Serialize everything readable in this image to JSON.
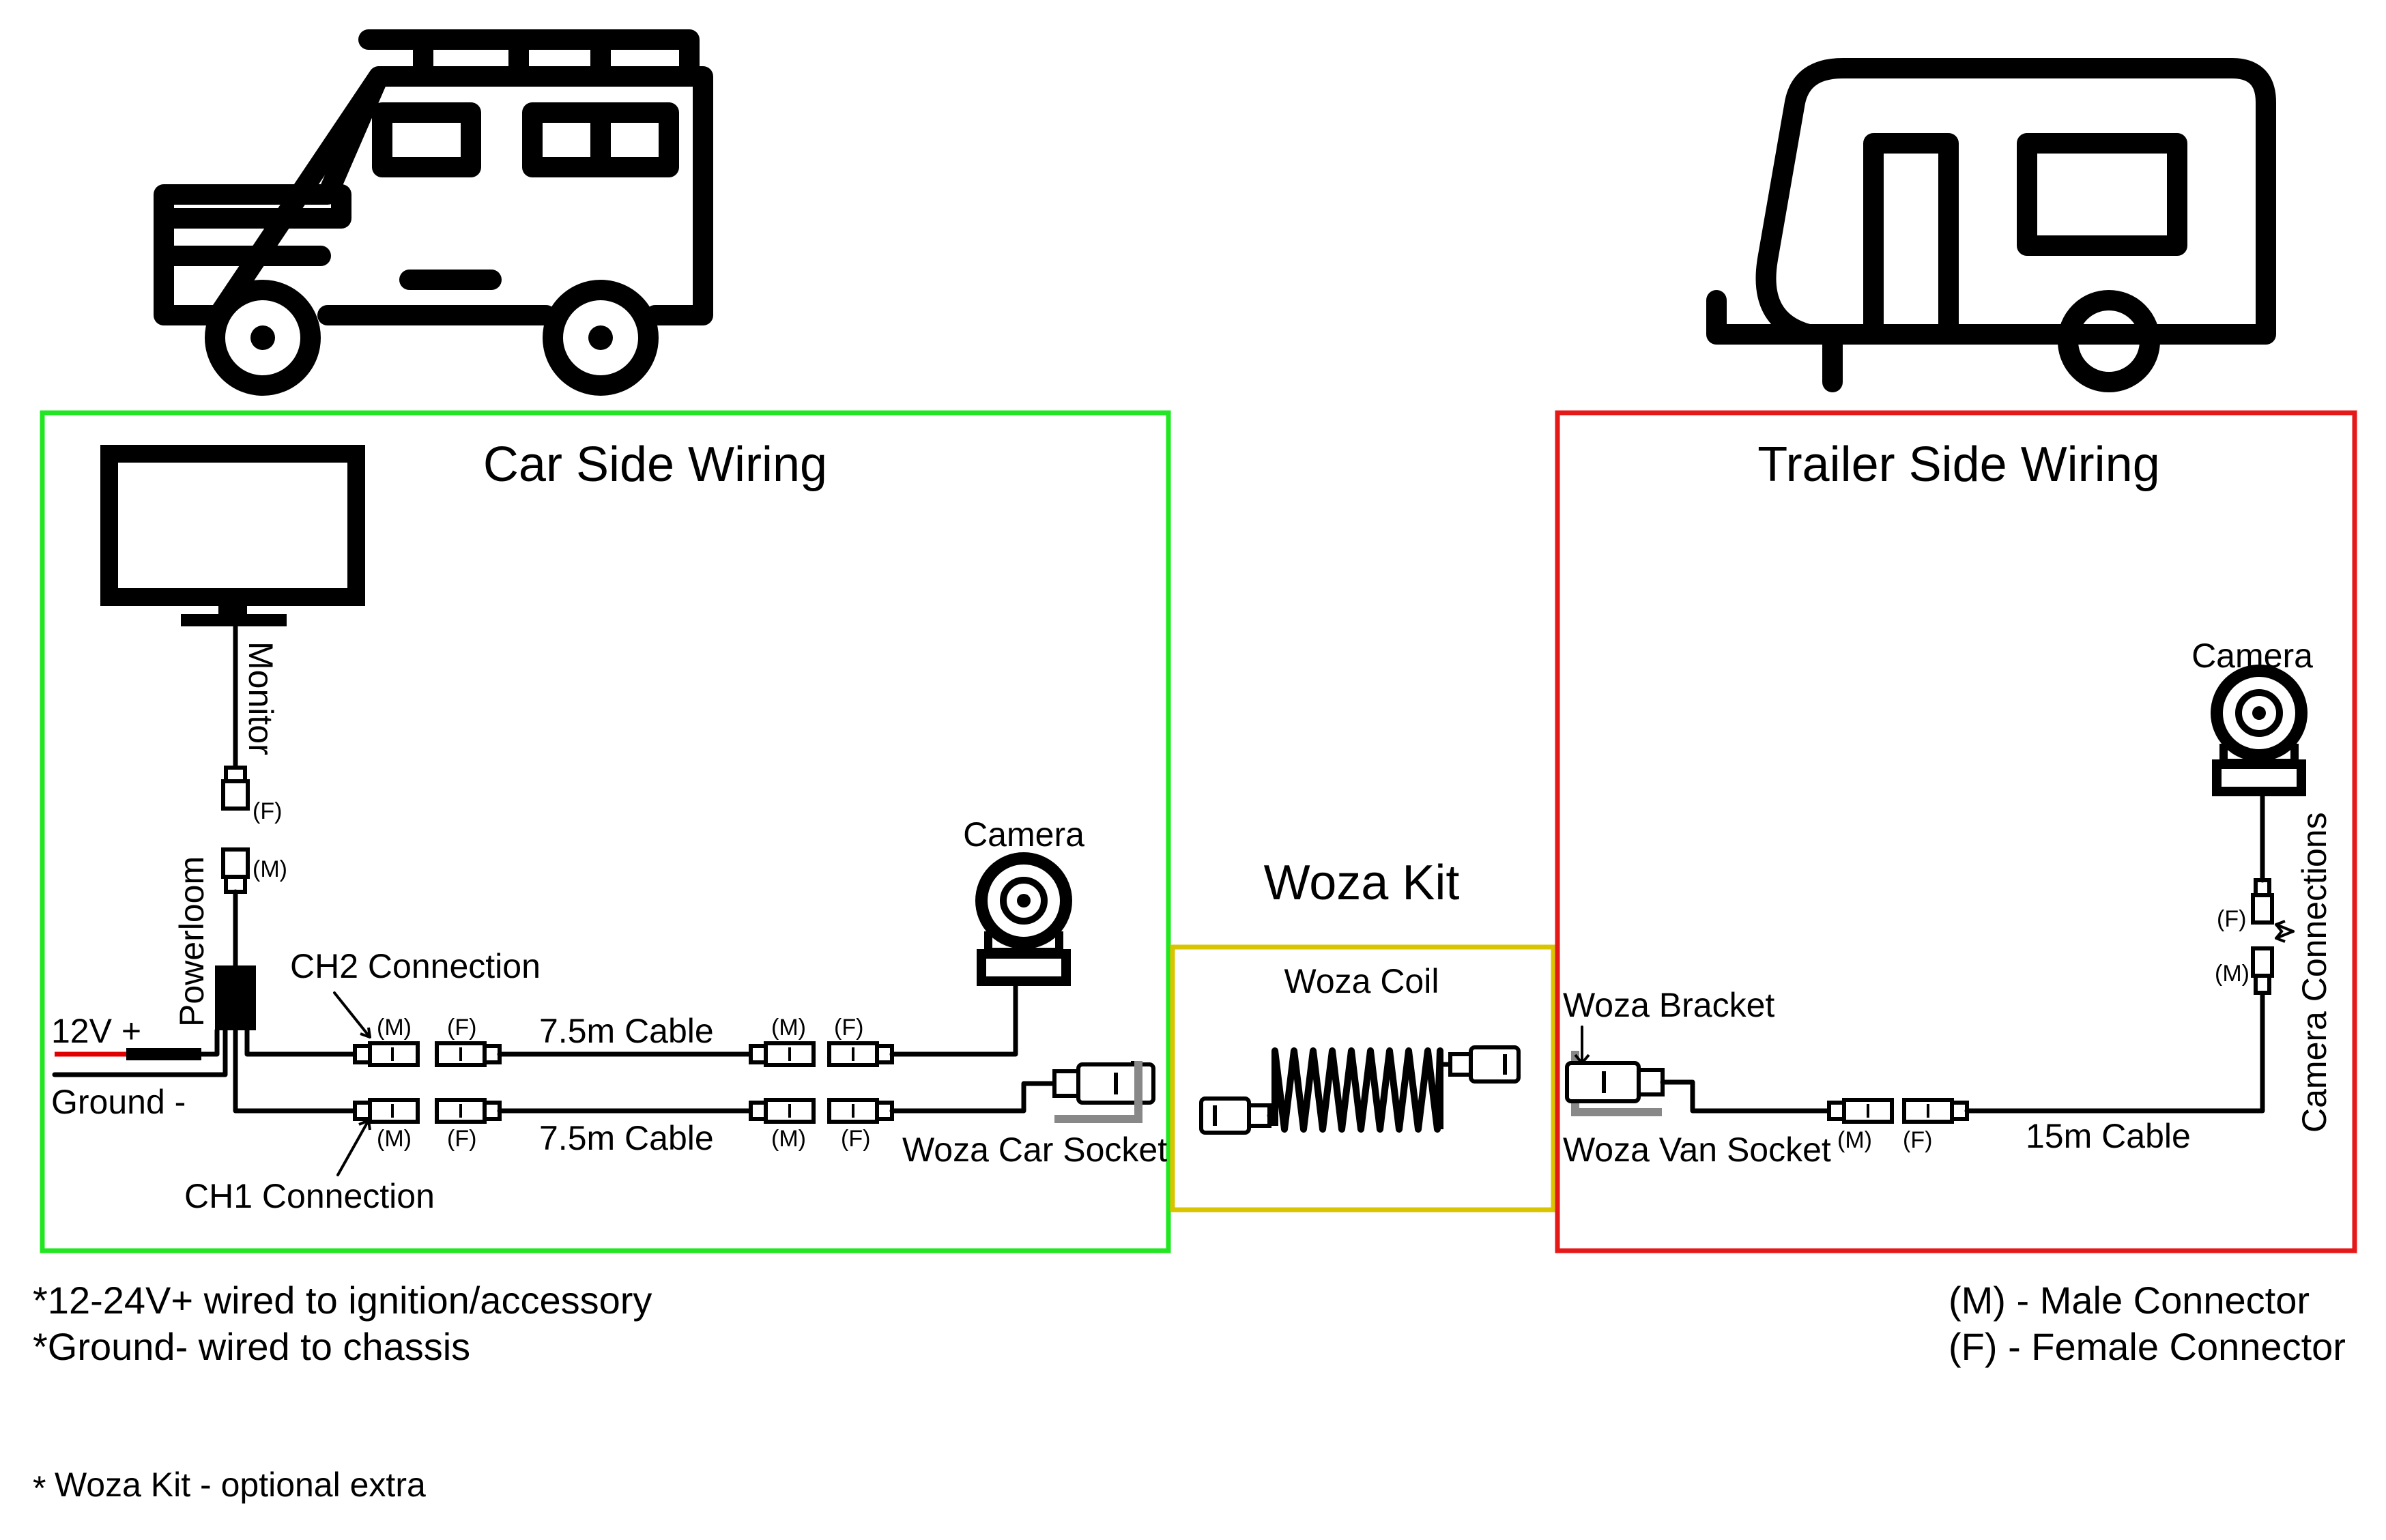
{
  "sections": {
    "car": {
      "title": "Car Side Wiring",
      "color": "#22e622"
    },
    "woza": {
      "title": "Woza Kit",
      "subtitle": "Woza Coil",
      "color": "#d9c400"
    },
    "trailer": {
      "title": "Trailer Side Wiring",
      "color": "#e61919"
    }
  },
  "car_labels": {
    "monitor": "Monitor",
    "powerloom": "Powerloom",
    "camera": "Camera",
    "ch2": "CH2 Connection",
    "ch1": "CH1 Connection",
    "cable_top": "7.5m Cable",
    "cable_bottom": "7.5m Cable",
    "power": "12V +",
    "ground": "Ground -",
    "car_socket": "Woza Car Socket"
  },
  "trailer_labels": {
    "camera": "Camera",
    "camera_connections": "Camera Connections",
    "bracket": "Woza Bracket",
    "van_socket": "Woza Van Socket",
    "cable": "15m Cable"
  },
  "connector_marks": {
    "male": "(M)",
    "female": "(F)"
  },
  "notes": {
    "left": [
      "*12-24V+ wired to ignition/accessory",
      "*Ground- wired to chassis"
    ],
    "right": [
      "(M) - Male Connector",
      "(F) - Female Connector"
    ],
    "footer_star": "*",
    "footer": "Woza Kit - optional extra"
  },
  "colors": {
    "power_wire": "#e00000",
    "bracket": "#888888",
    "ink": "#000000"
  }
}
